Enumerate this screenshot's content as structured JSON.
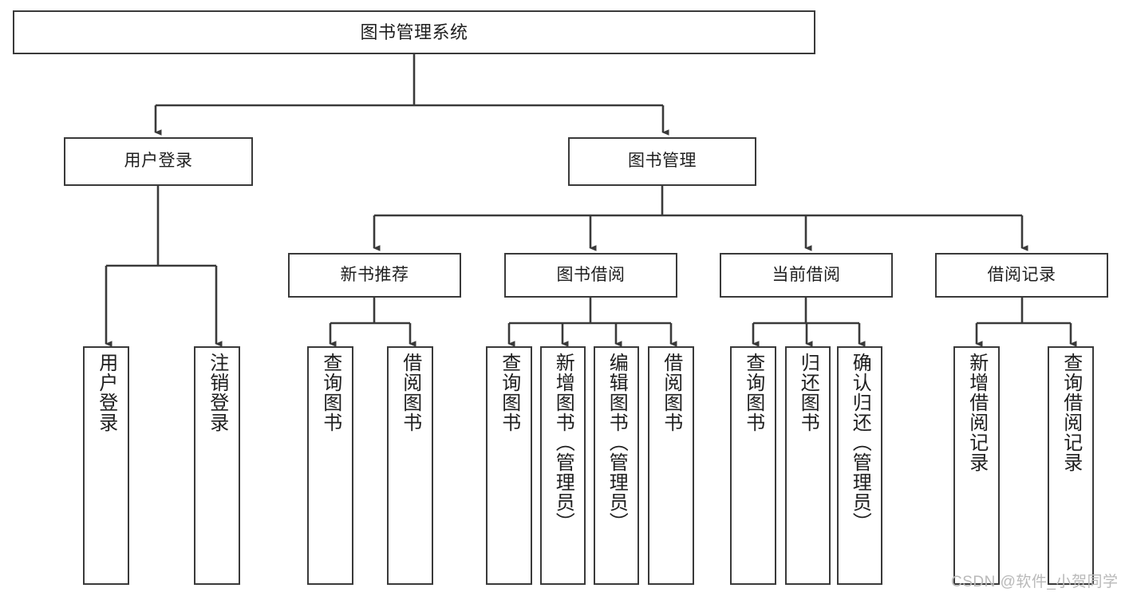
{
  "diagram": {
    "type": "tree",
    "title": "图书管理系统",
    "background_color": "#ffffff",
    "line_color": "#3a3a3a",
    "text_color": "#1e1e1e",
    "nodes": {
      "root": {
        "label": "图书管理系统"
      },
      "level2": [
        {
          "label": "用户登录"
        },
        {
          "label": "图书管理"
        }
      ],
      "level3": [
        {
          "label": "新书推荐"
        },
        {
          "label": "图书借阅"
        },
        {
          "label": "当前借阅"
        },
        {
          "label": "借阅记录"
        }
      ],
      "leaves": {
        "user_login": [
          {
            "label": "用户登录"
          },
          {
            "label": "注销登录"
          }
        ],
        "new_book_recommend": [
          {
            "label": "查询图书"
          },
          {
            "label": "借阅图书"
          }
        ],
        "book_borrow": [
          {
            "label": "查询图书"
          },
          {
            "label": "新增图书（管理员）"
          },
          {
            "label": "编辑图书（管理员）"
          },
          {
            "label": "借阅图书"
          }
        ],
        "current_borrow": [
          {
            "label": "查询图书"
          },
          {
            "label": "归还图书"
          },
          {
            "label": "确认归还（管理员）"
          }
        ],
        "borrow_records": [
          {
            "label": "新增借阅记录"
          },
          {
            "label": "查询借阅记录"
          }
        ]
      }
    },
    "watermark": "CSDN @软件_小贺同学"
  }
}
